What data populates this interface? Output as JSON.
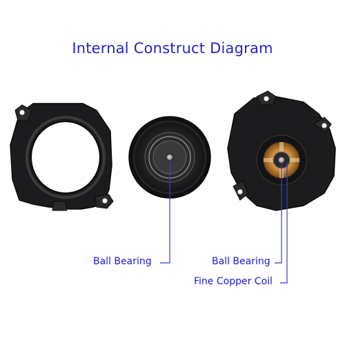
{
  "diagram": {
    "title": "Internal Construct Diagram",
    "labels": {
      "center_bearing": "Ball Bearing",
      "right_bearing": "Ball Bearing",
      "coil": "Fine Copper Coil"
    },
    "colors": {
      "title": "#2323c8",
      "label": "#1a1acb",
      "leader": "#3a3ad0",
      "plastic": "#1c1c1e",
      "copper": "#c98a3a"
    },
    "parts": [
      "fan-housing-ring",
      "rotor-hub",
      "stator-base"
    ]
  }
}
